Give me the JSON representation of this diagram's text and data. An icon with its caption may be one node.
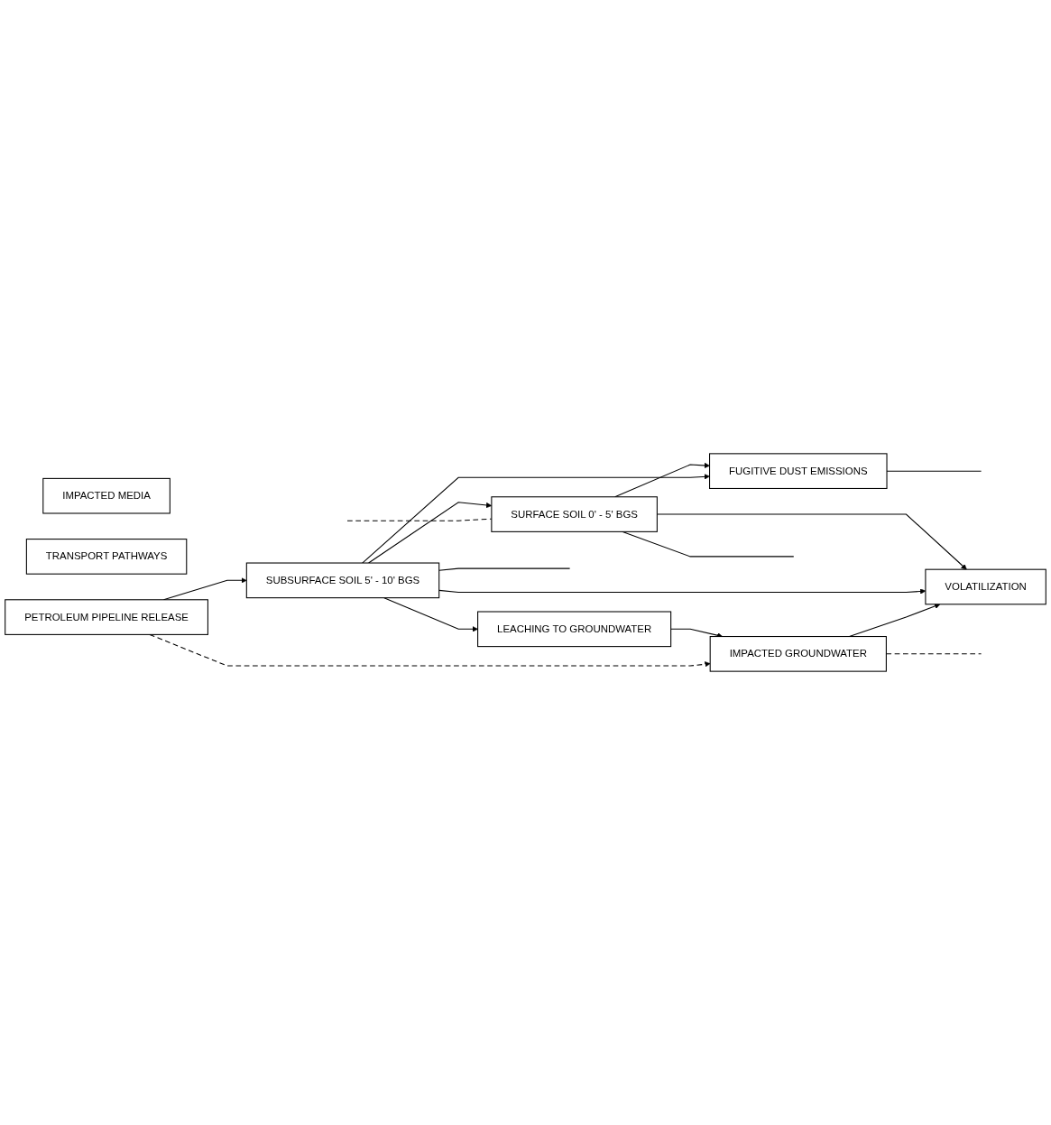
{
  "diagram": {
    "nodes": [
      {
        "text": [
          "IMPACTED MEDIA"
        ]
      },
      {
        "text": [
          "TRANSPORT PATHWAYS"
        ]
      },
      {
        "text": [
          "PETROLEUM PIPELINE RELEASE"
        ]
      },
      {
        "text": [
          "SURFACE SOIL 0' - 5' BGS"
        ]
      },
      {
        "text": [
          "SUBSURFACE SOIL 5' - 10' BGS"
        ]
      },
      {
        "text": [
          "FUGITIVE DUST EMISSIONS"
        ]
      },
      {
        "text": [
          "VOLATILIZATION"
        ]
      },
      {
        "text": [
          "LEACHING TO GROUNDWATER"
        ]
      },
      {
        "text": [
          "IMPACTED GROUNDWATER"
        ]
      }
    ],
    "edges": [
      {
        "from": 2,
        "to": 4,
        "arrow": "to"
      },
      {
        "from": 4,
        "to": 3,
        "arrow": "to"
      },
      {
        "from": 4,
        "to": 7,
        "arrow": "to"
      },
      {
        "from": 7,
        "to": 8,
        "arrow": "to"
      },
      {
        "from": 2,
        "to": 8,
        "arrow": "to",
        "style": "dashed"
      },
      {
        "from": 3,
        "to": 5,
        "arrow": "to"
      },
      {
        "from": 3,
        "to": 6,
        "arrow": "to"
      },
      {
        "from": 4,
        "to": 5,
        "arrow": "to"
      },
      {
        "from": 4,
        "to": 6,
        "arrow": "to"
      },
      {
        "from": 8,
        "to": 6,
        "arrow": "to"
      },
      {
        "from": 3,
        "to": null,
        "arrow": "none"
      },
      {
        "from": null,
        "to": 3,
        "arrow": "none",
        "style": "dashed"
      },
      {
        "from": 4,
        "to": null,
        "arrow": "none"
      },
      {
        "from": 5,
        "to": null,
        "arrow": "none"
      },
      {
        "from": 8,
        "to": null,
        "arrow": "none",
        "style": "dashed"
      }
    ]
  }
}
